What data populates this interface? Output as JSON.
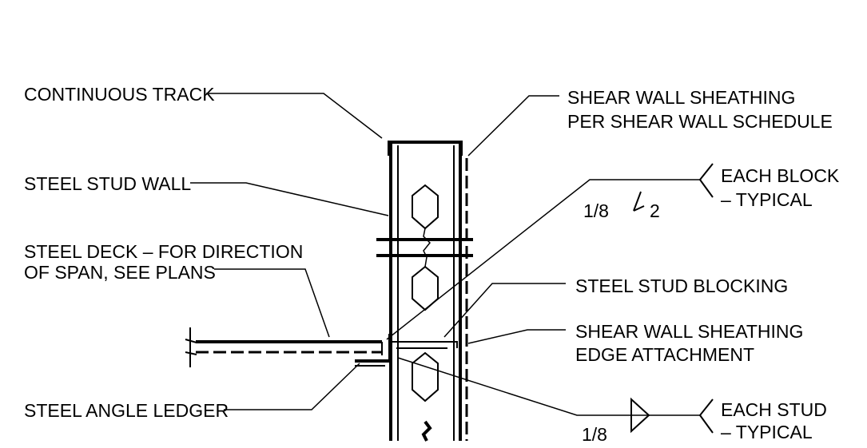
{
  "labels": {
    "continuous_track": "CONTINUOUS TRACK",
    "shear_wall_sheathing_1": "SHEAR WALL SHEATHING",
    "shear_wall_sheathing_2": "PER SHEAR WALL SCHEDULE",
    "steel_stud_wall": "STEEL STUD WALL",
    "steel_deck_1": "STEEL DECK – FOR DIRECTION",
    "steel_deck_2": "OF SPAN, SEE PLANS",
    "steel_stud_blocking": "STEEL STUD BLOCKING",
    "edge_attachment_1": "SHEAR WALL SHEATHING",
    "edge_attachment_2": "EDGE ATTACHMENT",
    "steel_angle_ledger": "STEEL ANGLE LEDGER"
  },
  "weld_symbols": {
    "upper": {
      "size": "1/8",
      "length": "2",
      "note_1": "EACH BLOCK",
      "note_2": "– TYPICAL"
    },
    "lower": {
      "size": "1/8",
      "note_1": "EACH STUD",
      "note_2": "– TYPICAL"
    }
  }
}
